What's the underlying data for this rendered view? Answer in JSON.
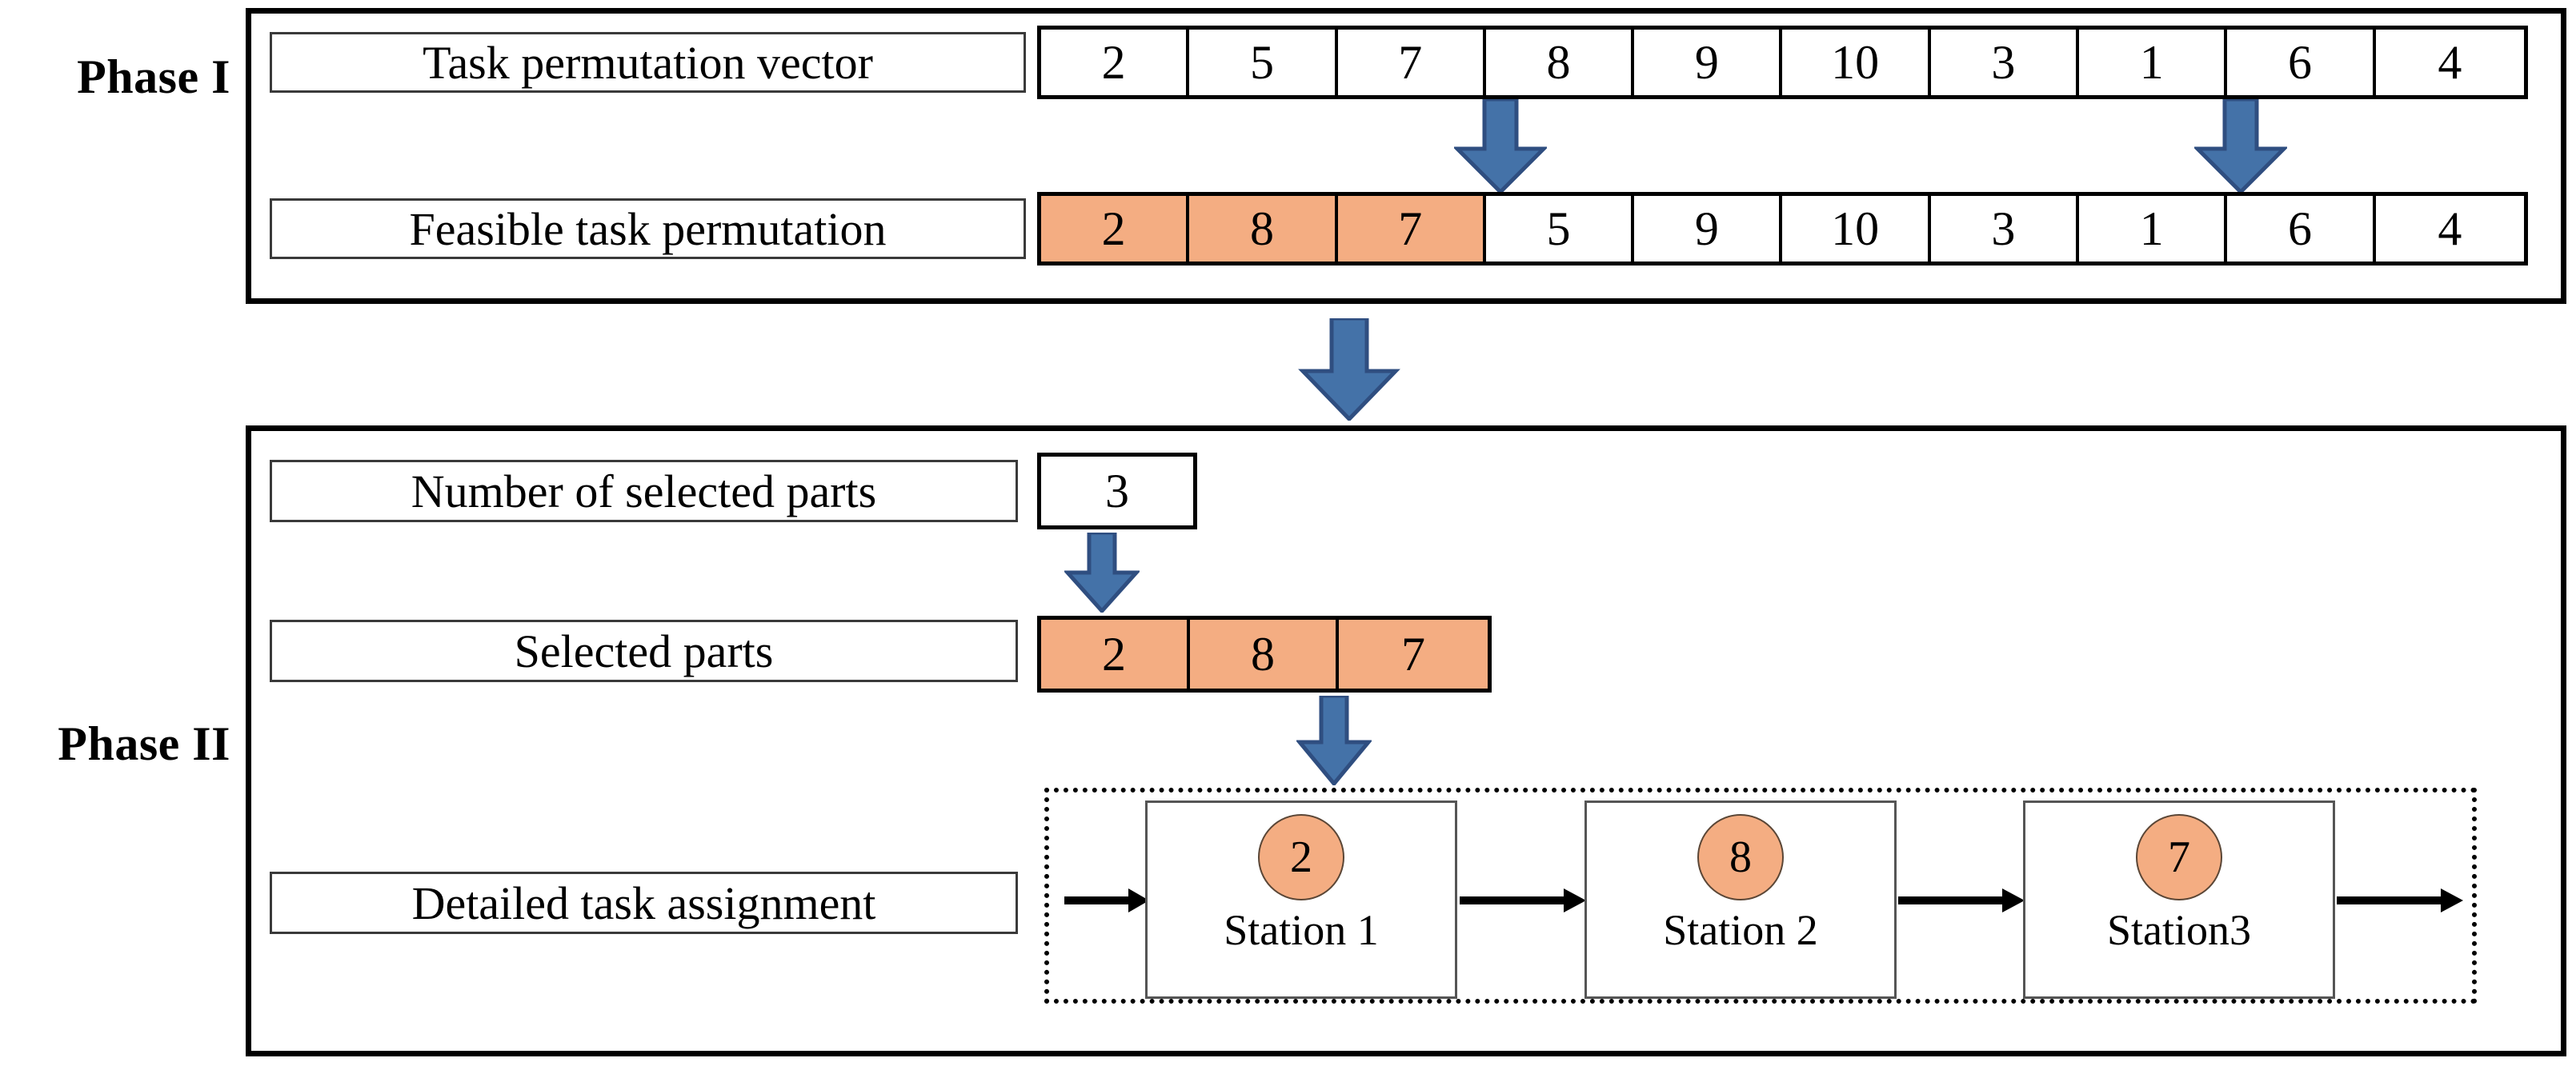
{
  "phases": {
    "phase1_label": "Phase I",
    "phase2_label": "Phase II"
  },
  "phase1": {
    "rows": [
      {
        "caption": "Task permutation vector",
        "values": [
          "2",
          "5",
          "7",
          "8",
          "9",
          "10",
          "3",
          "1",
          "6",
          "4"
        ],
        "highlighted": [
          false,
          false,
          false,
          false,
          false,
          false,
          false,
          false,
          false,
          false
        ]
      },
      {
        "caption": "Feasible task permutation",
        "values": [
          "2",
          "8",
          "7",
          "5",
          "9",
          "10",
          "3",
          "1",
          "6",
          "4"
        ],
        "highlighted": [
          true,
          true,
          true,
          false,
          false,
          false,
          false,
          false,
          false,
          false
        ]
      }
    ]
  },
  "phase2": {
    "rows": [
      {
        "caption": "Number of selected parts",
        "values": [
          "3"
        ],
        "highlighted": [
          false
        ]
      },
      {
        "caption": "Selected parts",
        "values": [
          "2",
          "8",
          "7"
        ],
        "highlighted": [
          true,
          true,
          true
        ]
      },
      {
        "caption": "Detailed task assignment"
      }
    ],
    "stations": [
      {
        "task": "2",
        "name": "Station 1"
      },
      {
        "task": "8",
        "name": "Station 2"
      },
      {
        "task": "7",
        "name": "Station3"
      }
    ]
  },
  "icons": {
    "down_arrow": "down-block-arrow-icon",
    "flow_arrow": "right-flow-arrow-icon"
  },
  "colors": {
    "highlight_fill": "#F4AD82",
    "arrow_fill": "#4472A8",
    "arrow_stroke": "#2F4E80",
    "line": "#000000"
  }
}
